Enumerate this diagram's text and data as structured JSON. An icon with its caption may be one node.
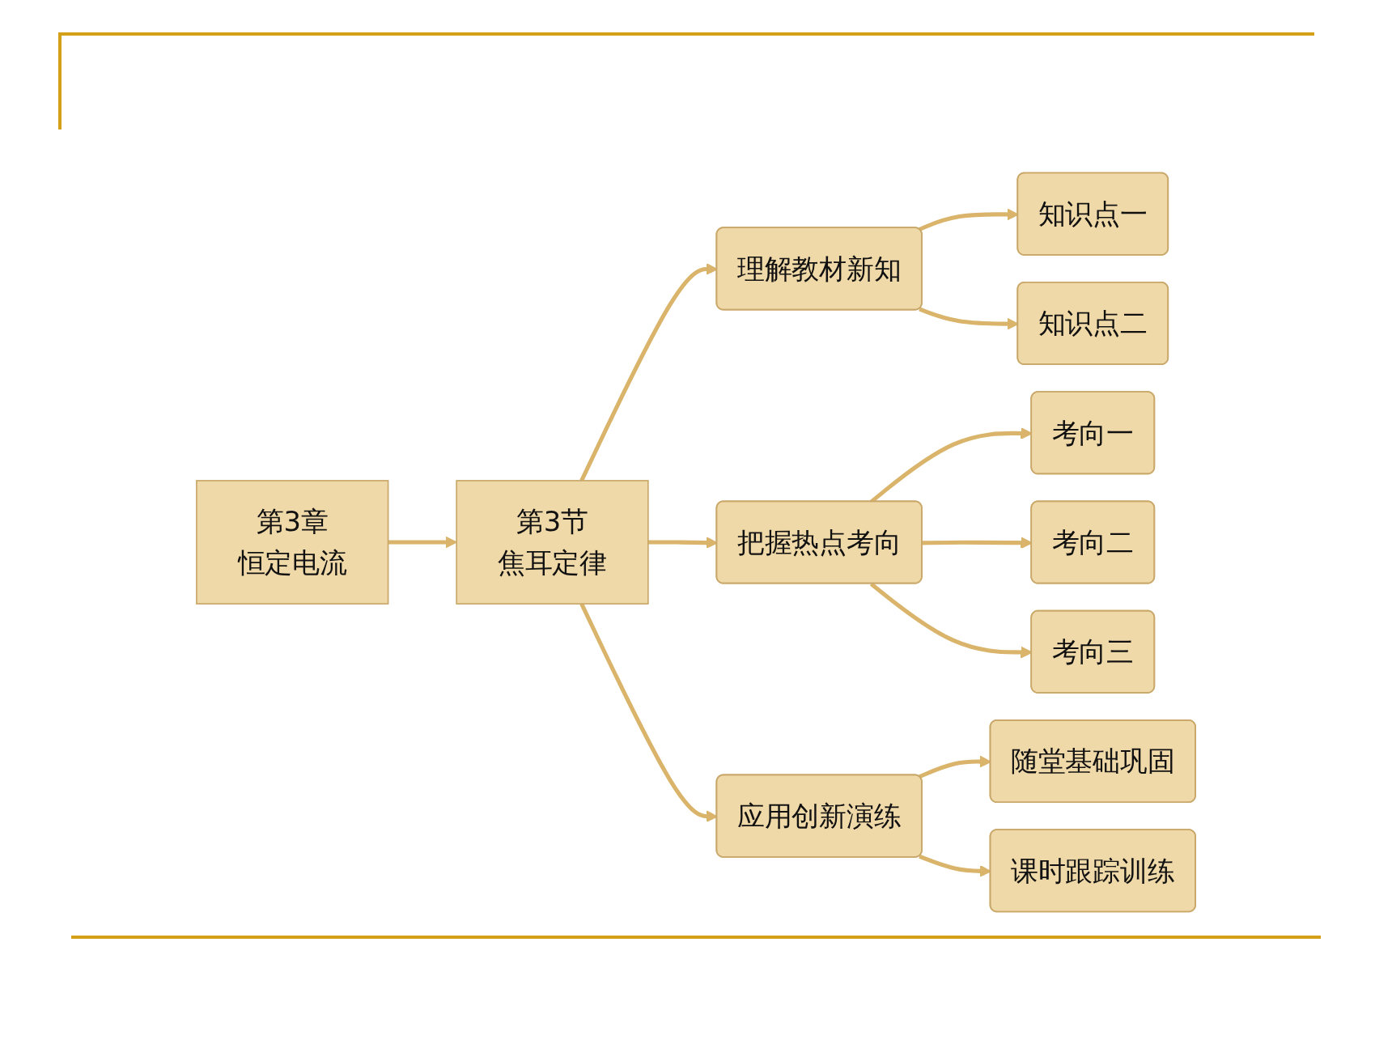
{
  "diagram": {
    "nodes": [
      {
        "text": [
          "第3章",
          "恒定电流"
        ]
      },
      {
        "text": [
          "第3节",
          "焦耳定律"
        ]
      },
      {
        "text": [
          "理解教材新知"
        ]
      },
      {
        "text": [
          "把握热点考向"
        ]
      },
      {
        "text": [
          "应用创新演练"
        ]
      },
      {
        "text": [
          "知识点一"
        ]
      },
      {
        "text": [
          "知识点二"
        ]
      },
      {
        "text": [
          "考向一"
        ]
      },
      {
        "text": [
          "考向二"
        ]
      },
      {
        "text": [
          "考向三"
        ]
      },
      {
        "text": [
          "随堂基础巩固"
        ]
      },
      {
        "text": [
          "课时跟踪训练"
        ]
      }
    ],
    "edges": [
      {
        "from": 0,
        "to": 1,
        "arrow": "to"
      },
      {
        "from": 1,
        "to": 2,
        "arrow": "to"
      },
      {
        "from": 1,
        "to": 3,
        "arrow": "to"
      },
      {
        "from": 1,
        "to": 4,
        "arrow": "to"
      },
      {
        "from": 2,
        "to": 5,
        "arrow": "to"
      },
      {
        "from": 2,
        "to": 6,
        "arrow": "to"
      },
      {
        "from": 3,
        "to": 7,
        "arrow": "to"
      },
      {
        "from": 3,
        "to": 8,
        "arrow": "to"
      },
      {
        "from": 3,
        "to": 9,
        "arrow": "to"
      },
      {
        "from": 4,
        "to": 10,
        "arrow": "to"
      },
      {
        "from": 4,
        "to": 11,
        "arrow": "to"
      }
    ]
  }
}
